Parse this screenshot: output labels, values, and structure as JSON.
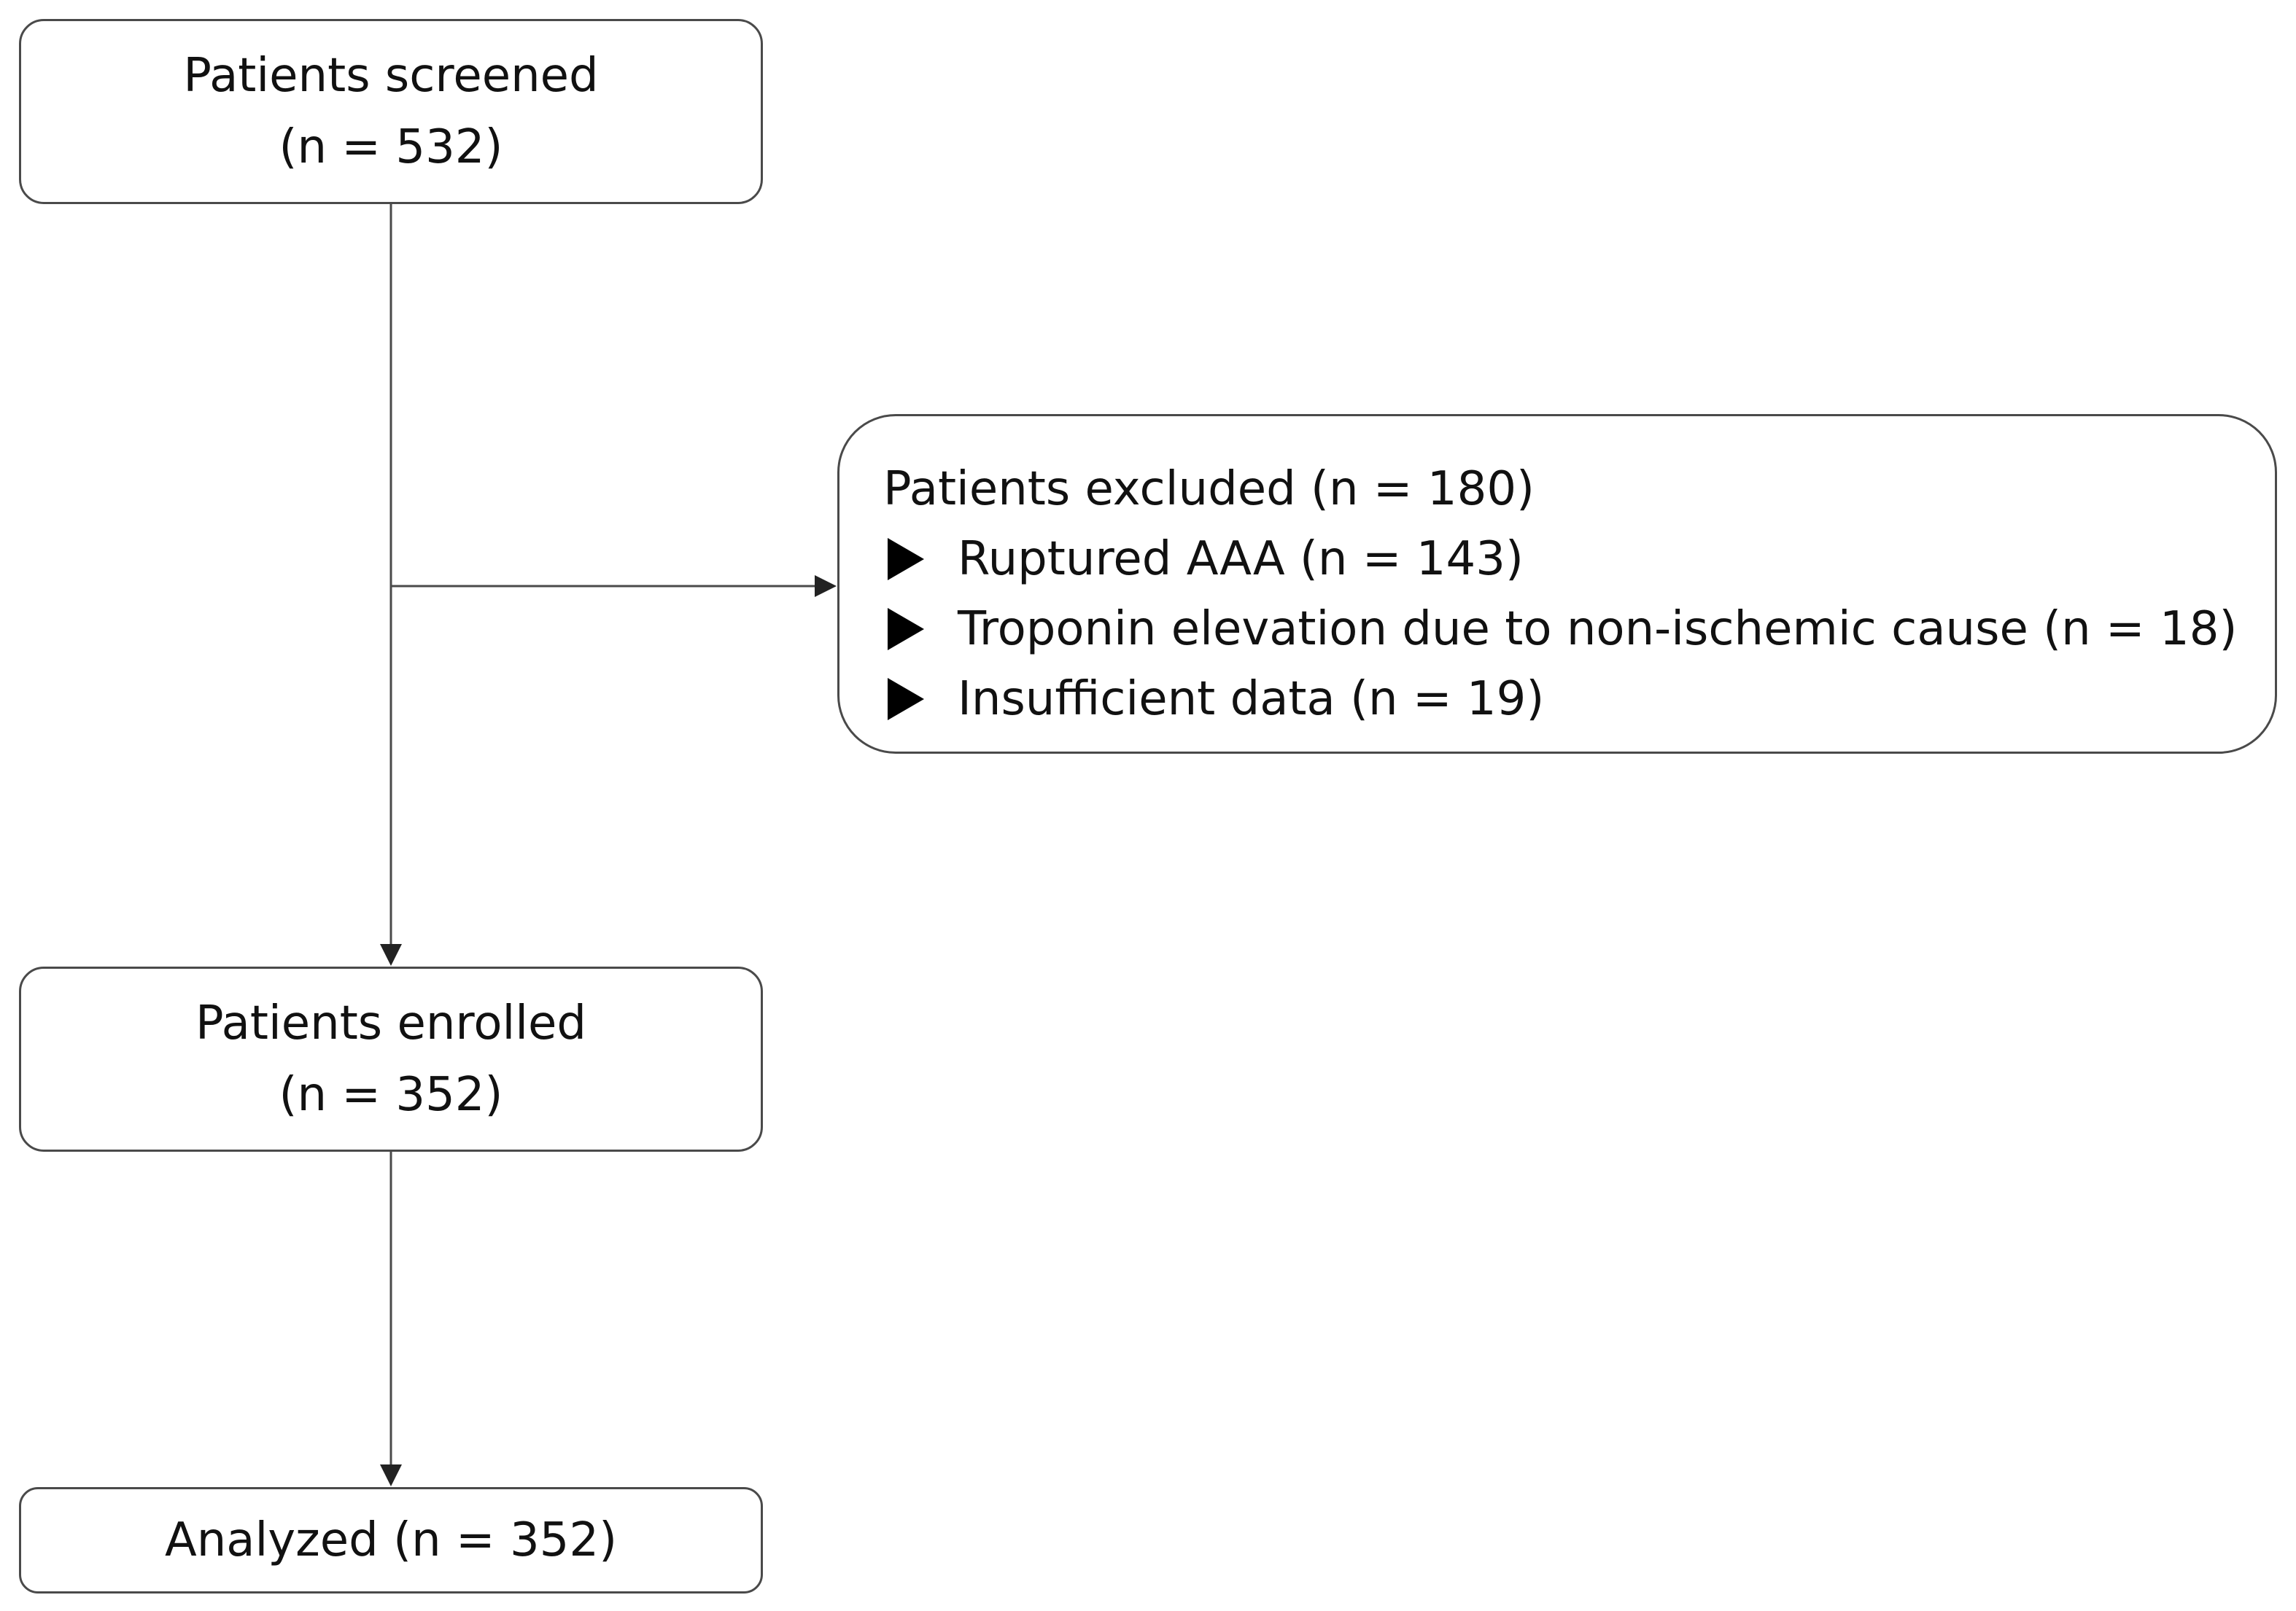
{
  "diagram": {
    "screened": {
      "label": "Patients screened",
      "count": "(n = 532)"
    },
    "excluded": {
      "title": "Patients excluded (n = 180)",
      "items": [
        "Ruptured AAA (n = 143)",
        "Troponin elevation due to non-ischemic cause (n = 18)",
        "Insufficient data (n = 19)"
      ]
    },
    "enrolled": {
      "label": "Patients enrolled",
      "count": "(n = 352)"
    },
    "analyzed": {
      "label": "Analyzed (n = 352)"
    },
    "colors": {
      "border": "#4a4a4a",
      "line": "#4a4a4a",
      "bullet": "#000000"
    }
  }
}
